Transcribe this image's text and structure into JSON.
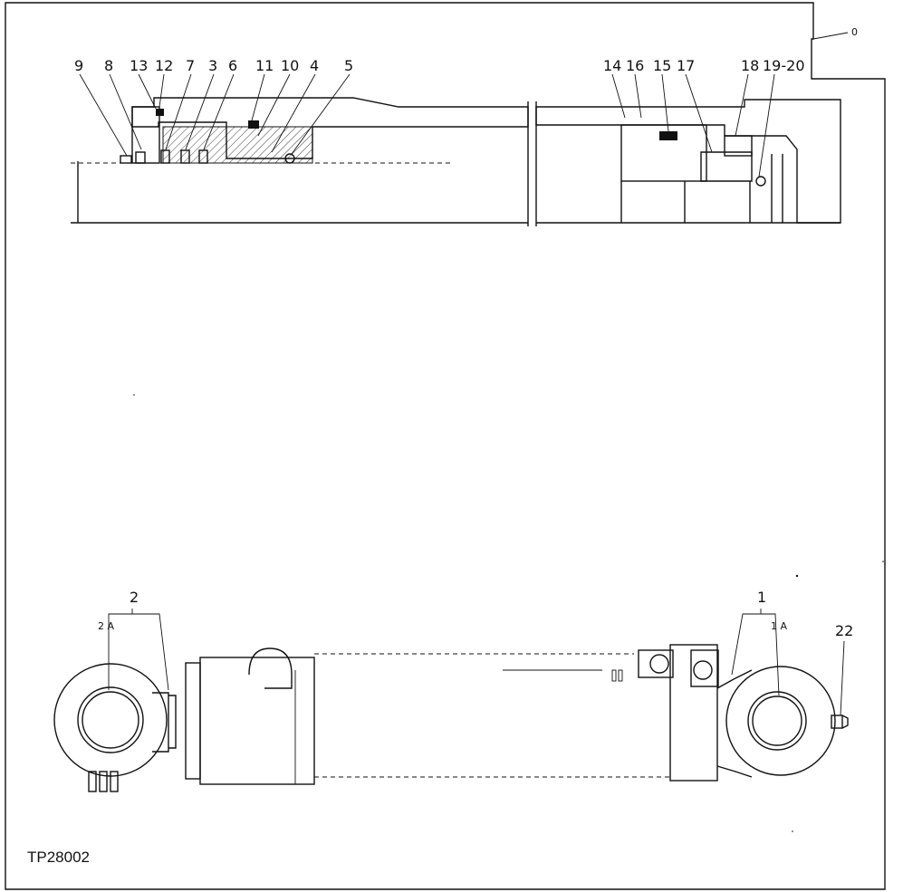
{
  "figure_id": "TP28002",
  "callouts": {
    "c0": "0",
    "c9": "9",
    "c8": "8",
    "c13": "13",
    "c12": "12",
    "c7": "7",
    "c3": "3",
    "c6": "6",
    "c11": "11",
    "c10": "10",
    "c4": "4",
    "c5": "5",
    "c14": "14",
    "c16": "16",
    "c15": "15",
    "c17": "17",
    "c18": "18",
    "c19_20": "19-20",
    "c2": "2",
    "c2a": "2 A",
    "c1": "1",
    "c1a": "1 A",
    "c22": "22"
  }
}
